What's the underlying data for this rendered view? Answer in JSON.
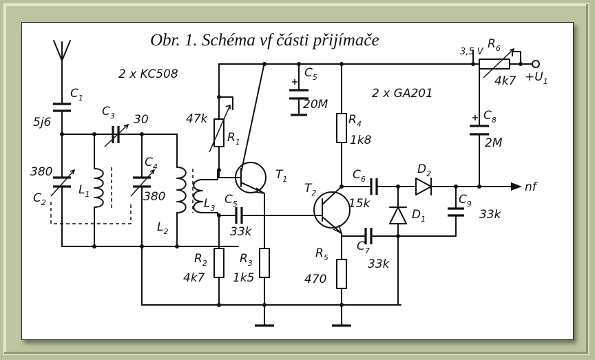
{
  "title": "Obr. 1.  Schéma vf části přijímače",
  "notes": {
    "transistors": "2 x KC508",
    "diodes": "2 x GA201"
  },
  "components": {
    "C1": {
      "ref": "C",
      "sub": "1",
      "value": "5j6"
    },
    "C2": {
      "ref": "C",
      "sub": "2",
      "value": "380"
    },
    "C3": {
      "ref": "C",
      "sub": "3",
      "value": "30"
    },
    "C4": {
      "ref": "C",
      "sub": "4",
      "value": "380"
    },
    "C5a": {
      "ref": "C",
      "sub": "5",
      "value": "20M"
    },
    "C5b": {
      "ref": "C",
      "sub": "5",
      "value": "33k"
    },
    "C6": {
      "ref": "C",
      "sub": "6",
      "value": "15k"
    },
    "C7": {
      "ref": "C",
      "sub": "7",
      "value": "33k"
    },
    "C8": {
      "ref": "C",
      "sub": "8",
      "value": "2M"
    },
    "C9": {
      "ref": "C",
      "sub": "9",
      "value": "33k"
    },
    "L1": {
      "ref": "L",
      "sub": "1"
    },
    "L2": {
      "ref": "L",
      "sub": "2"
    },
    "L3": {
      "ref": "L",
      "sub": "3"
    },
    "R1": {
      "ref": "R",
      "sub": "1",
      "value": "47k"
    },
    "R2": {
      "ref": "R",
      "sub": "2",
      "value": "4k7"
    },
    "R3": {
      "ref": "R",
      "sub": "3",
      "value": "1k5"
    },
    "R4": {
      "ref": "R",
      "sub": "4",
      "value": "1k8"
    },
    "R5": {
      "ref": "R",
      "sub": "5",
      "value": "470"
    },
    "R6": {
      "ref": "R",
      "sub": "6",
      "value": "4k7"
    },
    "T1": {
      "ref": "T",
      "sub": "1"
    },
    "T2": {
      "ref": "T",
      "sub": "2"
    },
    "D1": {
      "ref": "D",
      "sub": "1"
    },
    "D2": {
      "ref": "D",
      "sub": "2"
    }
  },
  "supply": {
    "voltage": "3,5 V",
    "terminal": "+U",
    "terminal_sub": "1"
  },
  "output": {
    "label": "nf"
  }
}
